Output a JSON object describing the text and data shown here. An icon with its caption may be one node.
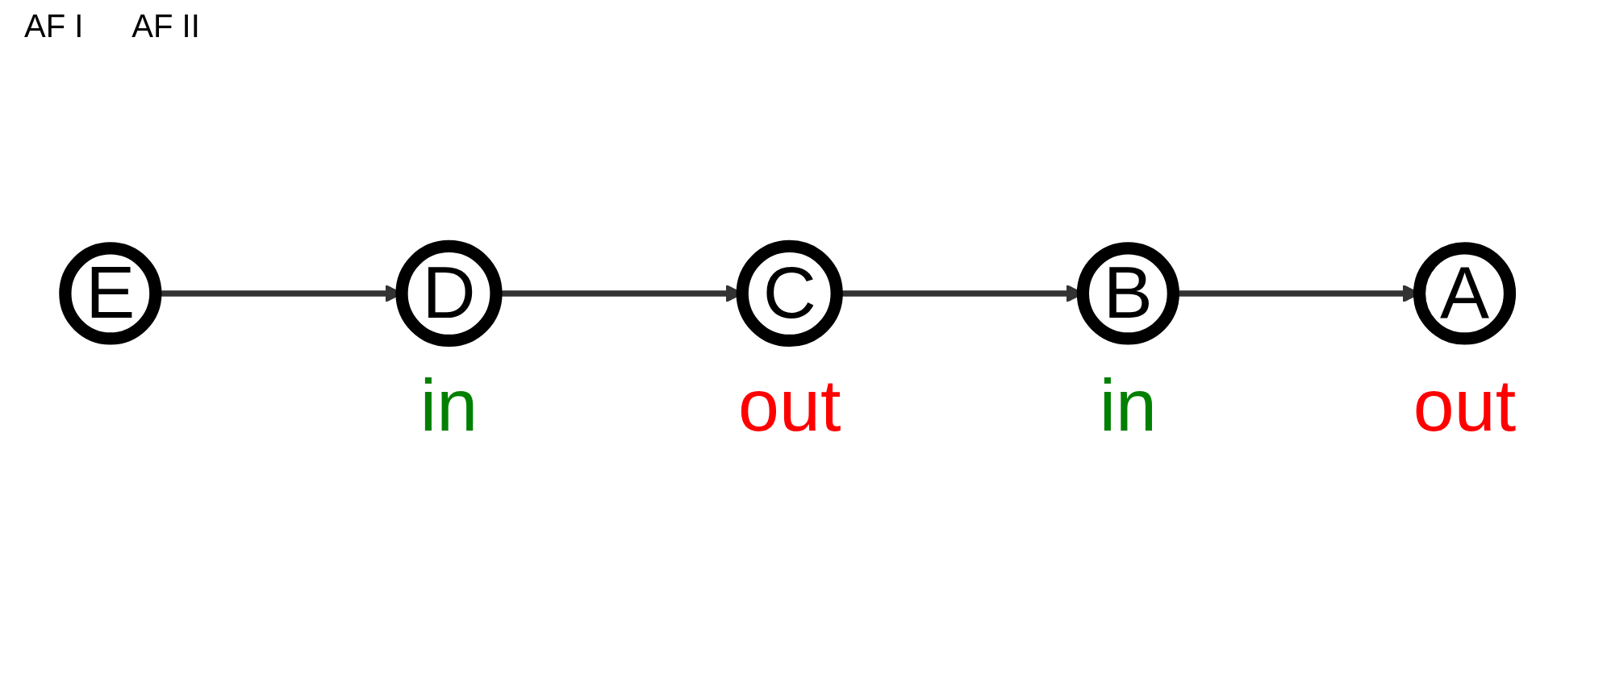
{
  "diagram": {
    "nodes": [
      {
        "text": [
          "E"
        ]
      },
      {
        "text": [
          "D"
        ],
        "beside": [
          "in"
        ]
      },
      {
        "text": [
          "C"
        ],
        "beside": [
          "out"
        ]
      },
      {
        "text": [
          "B"
        ],
        "beside": [
          "in"
        ]
      },
      {
        "text": [
          "A"
        ],
        "beside": [
          "out"
        ]
      }
    ],
    "edges": [
      {
        "from": 0,
        "to": 1,
        "arrow": "to"
      },
      {
        "from": 1,
        "to": 2,
        "arrow": "to"
      },
      {
        "from": 2,
        "to": 3,
        "arrow": "to"
      },
      {
        "from": 3,
        "to": 4,
        "arrow": "to"
      }
    ],
    "labels": [
      "AF I",
      "AF II"
    ]
  }
}
